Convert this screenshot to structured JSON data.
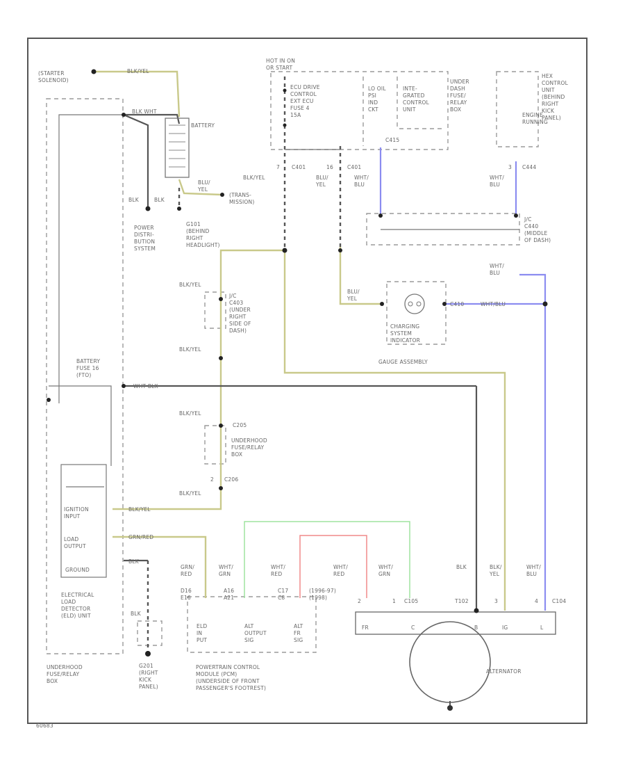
{
  "labels": {
    "starter": [
      "(STARTER",
      "SOLENOID)"
    ],
    "blk_yel_top": "BLK/YEL",
    "battery": "BATTERY",
    "blk_wht_top": "BLK WHT",
    "blu_yel": [
      "BLU/",
      "YEL"
    ],
    "transmission": [
      "(TRANS-",
      "MISSION)"
    ],
    "blk1": "BLK",
    "blk2": "BLK",
    "g101": [
      "G101",
      "(BEHIND",
      "RIGHT",
      "HEADLIGHT)"
    ],
    "pds": [
      "POWER",
      "DISTRI-",
      "BUTION",
      "SYSTEM"
    ],
    "hot_in_on": [
      "HOT IN ON",
      "OR START"
    ],
    "ecu_fuse": [
      "ECU DRIVE",
      "CONTROL",
      "EXT ECU",
      "FUSE 4",
      "15A"
    ],
    "lo_oil": [
      "LO OIL",
      "PSI",
      "IND",
      "CKT"
    ],
    "integrated": [
      "INTE-",
      "GRATED",
      "CONTROL",
      "UNIT"
    ],
    "under_dash_fuse": [
      "UNDER",
      "DASH",
      "FUSE/",
      "RELAY",
      "BOX"
    ],
    "c415": "C415",
    "hex_ctrl": [
      "HEX",
      "CONTROL",
      "UNIT",
      "(BEHIND",
      "RIGHT",
      "KICK",
      "PANEL)"
    ],
    "engine_running": [
      "ENGINE",
      "RUNNING"
    ],
    "c401a": "C401",
    "c401b": "C401",
    "pin7": "7",
    "pin16": "16",
    "blk_yel_mid": "BLK/YEL",
    "blu_yel_mid": [
      "BLU/",
      "YEL"
    ],
    "wht_blu_1": [
      "WHT/",
      "BLU"
    ],
    "pin3": "3",
    "c444": "C444",
    "wht_blu_2": [
      "WHT/",
      "BLU"
    ],
    "jc_dash": [
      "J/C",
      "C440",
      "(MIDDLE",
      "OF DASH)"
    ],
    "wht_blu_3": [
      "WHT/",
      "BLU"
    ],
    "blk_yel_a": "BLK/YEL",
    "jc_under_right": [
      "J/C",
      "C403",
      "(UNDER",
      "RIGHT",
      "SIDE OF",
      "DASH)"
    ],
    "blk_yel_b": "BLK/YEL",
    "blu_yel_gauge": [
      "BLU/",
      "YEL"
    ],
    "c410": "C410",
    "wht_blu_g": "WHT/BLU",
    "csi": [
      "CHARGING",
      "SYSTEM",
      "INDICATOR"
    ],
    "gauge_asm": "GAUGE ASSEMBLY",
    "batt_fuse": [
      "BATTERY",
      "FUSE 16",
      "(FTO)"
    ],
    "wht_blk": "WHT BLK",
    "blk_yel_c": "BLK/YEL",
    "c205": "C205",
    "under_hood_fuse": [
      "UNDERHOOD",
      "FUSE/RELAY",
      "BOX"
    ],
    "pin2": "2",
    "c206": "C206",
    "blk_yel_d": "BLK/YEL",
    "ignition_input": [
      "IGNITION",
      "INPUT"
    ],
    "blk_yel_e": "BLK/YEL",
    "load_output": [
      "LOAD",
      "OUTPUT"
    ],
    "grn_red_1": "GRN/RED",
    "ground": "GROUND",
    "blk_gnd": "BLK",
    "eld": [
      "ELECTRICAL",
      "LOAD",
      "DETECTOR",
      "(ELD) UNIT"
    ],
    "underhood_box": [
      "UNDERHOOD",
      "FUSE/RELAY",
      "BOX"
    ],
    "blk_g": "BLK",
    "g201": [
      "G201",
      "(RIGHT",
      "KICK",
      "PANEL)"
    ],
    "w_grn_red": [
      "GRN/",
      "RED"
    ],
    "w_wht_grn": [
      "WHT/",
      "GRN"
    ],
    "w_wht_red": [
      "WHT/",
      "RED"
    ],
    "w_wht_red2": [
      "WHT/",
      "RED"
    ],
    "w_wht_grn2": [
      "WHT/",
      "GRN"
    ],
    "w_blk": "BLK",
    "w_blk_yel": [
      "BLK/",
      "YEL"
    ],
    "w_wht_blu": [
      "WHT/",
      "BLU"
    ],
    "pcm_pin_a": [
      "D16",
      "E16"
    ],
    "pcm_pin_b": [
      "A16",
      "A21"
    ],
    "pcm_pin_c": [
      "C17",
      "C8"
    ],
    "pcm_years": [
      "(1996-97)",
      "(1998)"
    ],
    "pcm_eld": [
      "ELD",
      "IN",
      "PUT"
    ],
    "pcm_alt_out": [
      "ALT",
      "OUTPUT",
      "SIG"
    ],
    "pcm_alt_fr": [
      "ALT",
      "FR",
      "SIG"
    ],
    "pcm_name": [
      "POWERTRAIN CONTROL",
      "MODULE (PCM)",
      "(UNDERSIDE OF FRONT",
      "PASSENGER'S FOOTREST)"
    ],
    "alt_c1": "C105",
    "alt_c2": "T102",
    "alt_c3": "C104",
    "alt_pins": [
      "2",
      "1",
      "3",
      "4"
    ],
    "alt_terms": [
      "FR",
      "C",
      "B",
      "IG",
      "L"
    ],
    "alternator": "ALTERNATOR",
    "page_num": "60683"
  },
  "colors": {
    "yellow_wire": "#c9c98a",
    "blue_wire": "#8b8cf0",
    "green_wire": "#9fe39f",
    "red_wire": "#f08a8a",
    "black_wire": "#555555"
  }
}
